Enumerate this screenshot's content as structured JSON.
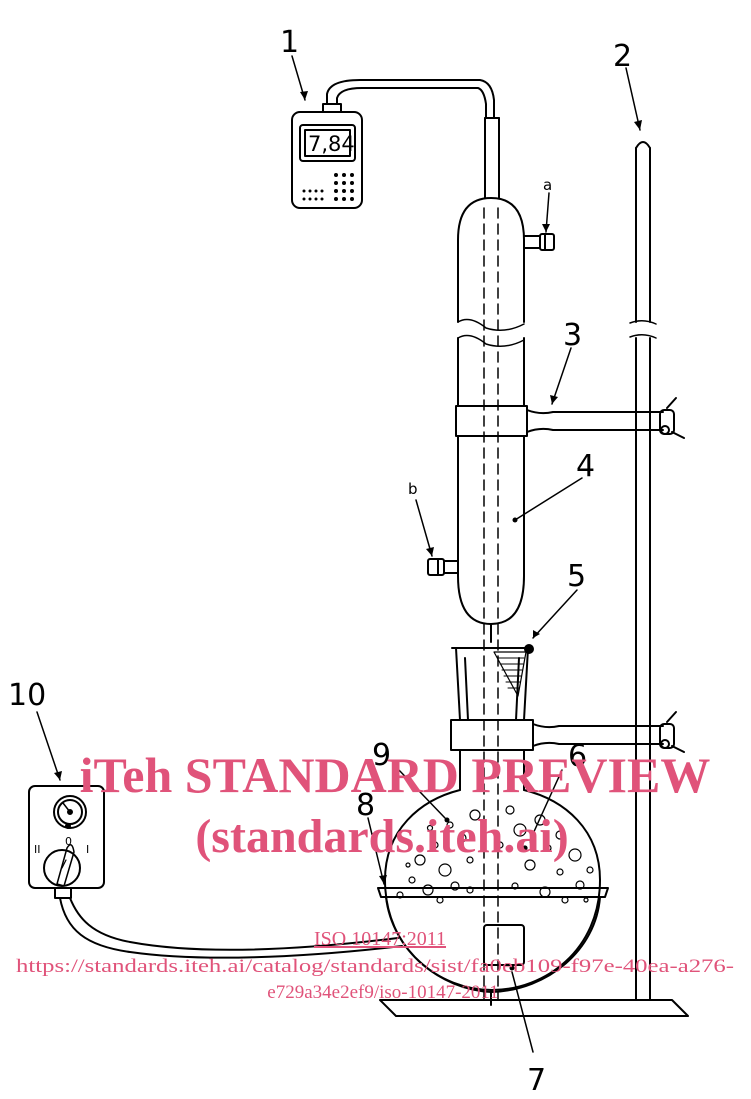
{
  "labels": {
    "l1": "1",
    "l2": "2",
    "l3": "3",
    "l4": "4",
    "l5": "5",
    "l6": "6",
    "l7": "7",
    "l8": "8",
    "l9": "9",
    "l10": "10",
    "la": "a",
    "lb": "b"
  },
  "meter": {
    "display": "7,84"
  },
  "switch": {
    "pos_off": "0",
    "pos_1": "I",
    "pos_2": "II"
  },
  "watermark": {
    "line1": "iTeh STANDARD PREVIEW",
    "line2": "(standards.iteh.ai)",
    "standard": "ISO 10147:2011",
    "url1": "https://standards.iteh.ai/catalog/standards/sist/fa0eb109-f97e-40ea-a276-",
    "url2": "e729a34e2ef9/iso-10147-2011"
  },
  "colors": {
    "line": "#000000",
    "watermark": "#e0537a"
  }
}
